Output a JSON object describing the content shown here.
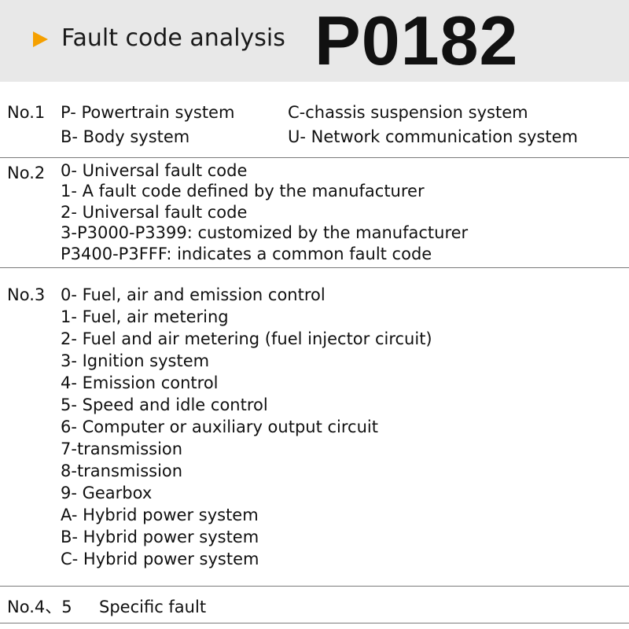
{
  "header": {
    "title": "Fault code analysis",
    "code": "P0182",
    "arrow_color": "#f5a000",
    "background": "#e8e8e8"
  },
  "sections": [
    {
      "label": "No.1",
      "rows": [
        {
          "left": "P- Powertrain system",
          "right": "C-chassis suspension system"
        },
        {
          "left": "B- Body system",
          "right": "U- Network communication system"
        }
      ]
    },
    {
      "label": "No.2",
      "lines": [
        "0- Universal fault code",
        "1- A fault code defined by the manufacturer",
        "2- Universal fault code",
        "3-P3000-P3399: customized by the manufacturer",
        "P3400-P3FFF: indicates a common fault code"
      ]
    },
    {
      "label": "No.3",
      "lines": [
        "0- Fuel, air and emission control",
        "1- Fuel, air metering",
        "2- Fuel and air metering (fuel injector circuit)",
        "3- Ignition system",
        "4- Emission control",
        "5- Speed and idle control",
        "6- Computer or auxiliary output circuit",
        "7-transmission",
        "8-transmission",
        "9- Gearbox",
        "A- Hybrid power system",
        "B- Hybrid power system",
        "C- Hybrid power system"
      ]
    },
    {
      "label": "No.4、5",
      "lines": [
        "Specific fault"
      ]
    }
  ]
}
